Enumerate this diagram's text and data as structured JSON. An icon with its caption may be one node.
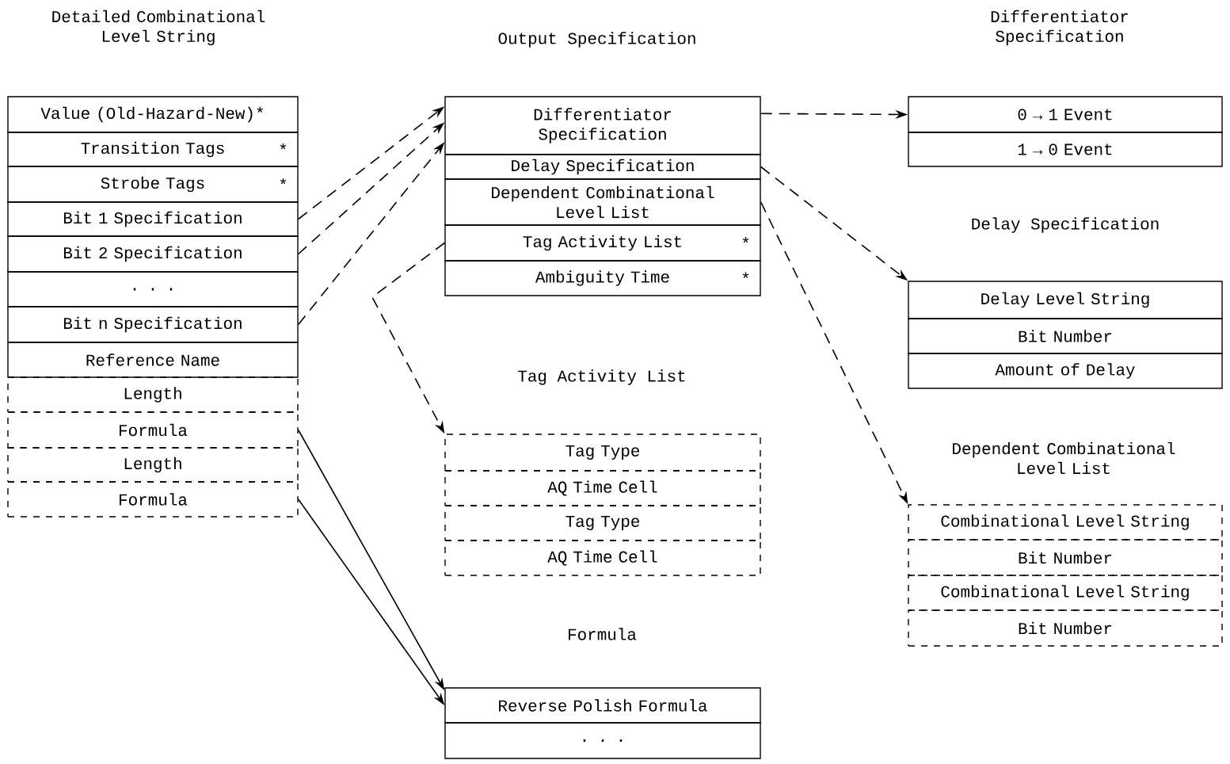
{
  "diagram": {
    "nodes": [
      {
        "text": [
          "Value (Old-Hazard-New)*"
        ]
      },
      {
        "text": [
          "Transition Tags",
          "*"
        ]
      },
      {
        "text": [
          "Strobe Tags",
          "*"
        ]
      },
      {
        "text": [
          "Bit 1 Specification"
        ]
      },
      {
        "text": [
          "Bit 2 Specification"
        ]
      },
      {
        "text": [
          ". . ."
        ]
      },
      {
        "text": [
          "Bit n Specification"
        ]
      },
      {
        "text": [
          "Reference Name"
        ]
      },
      {
        "text": [
          "Length"
        ]
      },
      {
        "text": [
          "Formula"
        ]
      },
      {
        "text": [
          "Length"
        ]
      },
      {
        "text": [
          "Formula"
        ]
      },
      {
        "text": [
          "Differentiator Specification"
        ]
      },
      {
        "text": [
          "Delay Specification"
        ]
      },
      {
        "text": [
          "Dependent Combinational Level List"
        ]
      },
      {
        "text": [
          "Tag Activity List",
          "*"
        ]
      },
      {
        "text": [
          "Ambiguity Time",
          "*"
        ]
      },
      {
        "text": [
          "Tag Type"
        ]
      },
      {
        "text": [
          "AQ Time Cell"
        ]
      },
      {
        "text": [
          "Tag Type"
        ]
      },
      {
        "text": [
          "AQ Time Cell"
        ]
      },
      {
        "text": [
          "Reverse Polish Formula"
        ]
      },
      {
        "text": [
          ". . ."
        ]
      },
      {
        "text": [
          "0 → 1 Event"
        ]
      },
      {
        "text": [
          "1 → 0 Event"
        ]
      },
      {
        "text": [
          "Delay Level String"
        ]
      },
      {
        "text": [
          "Bit Number"
        ]
      },
      {
        "text": [
          "Amount of Delay"
        ]
      },
      {
        "text": [
          "Combinational Level String"
        ]
      },
      {
        "text": [
          "Bit Number"
        ]
      },
      {
        "text": [
          "Combinational Level String"
        ]
      },
      {
        "text": [
          "Bit Number"
        ]
      }
    ],
    "edges": [
      {
        "from": 3,
        "to": 12,
        "arrow": "to",
        "style": "dashed"
      },
      {
        "from": 4,
        "to": 12,
        "arrow": "to",
        "style": "dashed"
      },
      {
        "from": 6,
        "to": 12,
        "arrow": "to",
        "style": "dashed"
      },
      {
        "from": 12,
        "to": 23,
        "arrow": "to",
        "style": "dashed"
      },
      {
        "from": 13,
        "to": 25,
        "arrow": "to",
        "style": "dashed"
      },
      {
        "from": 14,
        "to": 28,
        "arrow": "to",
        "style": "dashed"
      },
      {
        "from": 15,
        "to": 17,
        "arrow": "to",
        "style": "dashed"
      },
      {
        "from": 9,
        "to": 21,
        "arrow": "to"
      },
      {
        "from": 11,
        "to": 21,
        "arrow": "to"
      }
    ],
    "labels": [
      "Detailed Combinational Level String",
      "Output Specification",
      "Differentiator Specification",
      "Delay Specification",
      "Tag Activity List",
      "Dependent Combinational Level List",
      "Formula"
    ]
  }
}
